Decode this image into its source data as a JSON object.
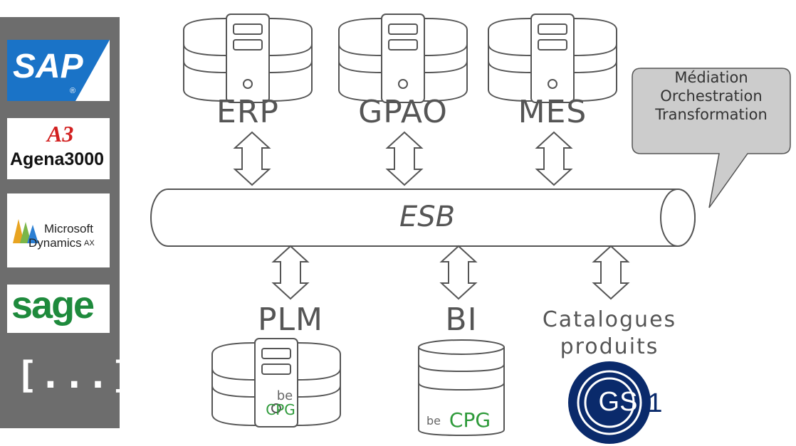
{
  "sidebar": {
    "logos": [
      {
        "name": "SAP",
        "text": "SAP",
        "reg": "®",
        "color": "#1a73c7"
      },
      {
        "name": "Agena3000",
        "text": "Agena3000",
        "mark": "A3",
        "mark_color": "#d22020"
      },
      {
        "name": "Microsoft Dynamics AX",
        "line1": "Microsoft",
        "line2": "Dynamics",
        "suffix": "AX"
      },
      {
        "name": "sage",
        "text": "sage",
        "color": "#1e8a3c"
      }
    ],
    "more": "[...]"
  },
  "systems_top": [
    {
      "id": "erp",
      "label": "ERP"
    },
    {
      "id": "gpao",
      "label": "GPAO"
    },
    {
      "id": "mes",
      "label": "MES"
    }
  ],
  "systems_bottom": [
    {
      "id": "plm",
      "label": "PLM",
      "brand": {
        "line1": "be",
        "line2": "CPG"
      }
    },
    {
      "id": "bi",
      "label": "BI",
      "brand": {
        "line1": "be",
        "line2": "CPG"
      }
    },
    {
      "id": "catalogues",
      "label_line1": "Catalogues",
      "label_line2": "produits",
      "brand": {
        "gs1": "GS1",
        "gs1_text": "GS",
        "gs1_digit": "1",
        "color": "#0a2a6b"
      }
    }
  ],
  "bus": {
    "label": "ESB"
  },
  "callout": {
    "lines": [
      "Médiation",
      "Orchestration",
      "Transformation"
    ],
    "fill": "#cccccc"
  },
  "colors": {
    "stroke": "#555555",
    "sidebar": "#6d6d6d",
    "becpg_green": "#2e9a3a"
  }
}
